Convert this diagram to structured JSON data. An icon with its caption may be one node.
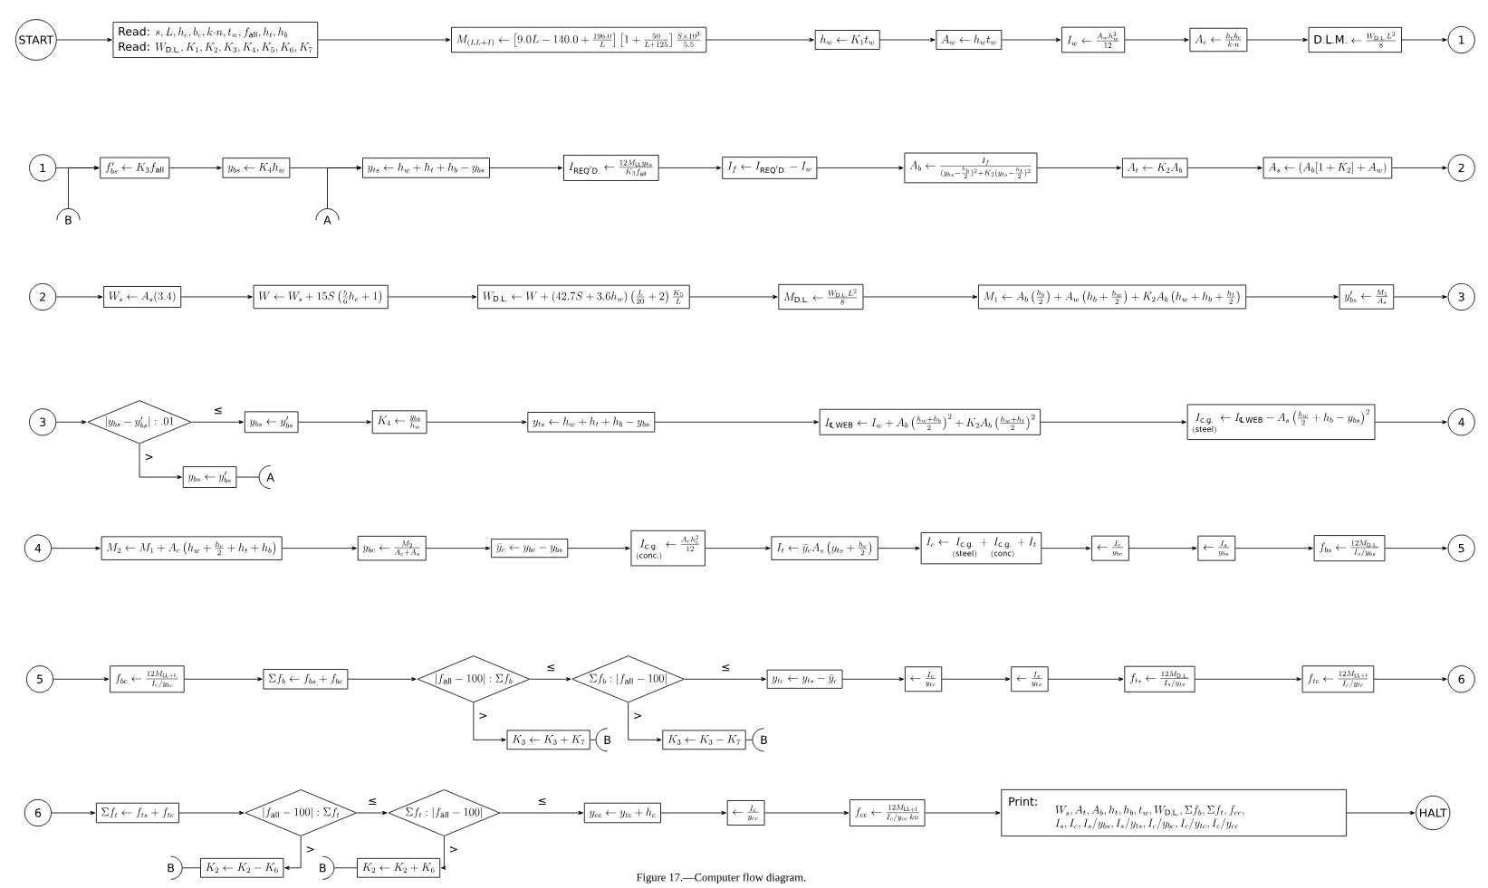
{
  "diagram": {
    "caption": "Figure 17.—Computer flow diagram.",
    "nodes": [
      {
        "text": [
          "START"
        ]
      },
      {
        "text": [
          "\\text{Read: } s, L, h_c, b_c, k{\\cdot}n, t_w, f_{\\mathrm{all}}, h_t, h_b",
          "\\text{Read: } W_{\\mathrm{D.L.}}, K_1, K_2, K_3, K_4, K_5, K_6, K_7"
        ]
      },
      {
        "text": [
          "M_{(LL+I)} \\leftarrow \\left[9.0L-140.0+\\frac{196.0}{L}\\right]\\left[1+\\frac{50}{L+125}\\right]\\frac{S\\times 10^3}{5.5}"
        ]
      },
      {
        "text": [
          "h_w \\leftarrow K_1 t_w"
        ]
      },
      {
        "text": [
          "A_w \\leftarrow h_w t_w"
        ]
      },
      {
        "text": [
          "I_w \\leftarrow \\frac{A_w h_w^2}{12}"
        ]
      },
      {
        "text": [
          "A_c \\leftarrow \\frac{h_c b_c}{k{\\cdot}n}"
        ]
      },
      {
        "text": [
          "\\mathrm{D.L.M.} \\leftarrow \\frac{W_{\\mathrm{D.L.}} L^2}{8}"
        ]
      },
      {
        "text": [
          "1"
        ]
      },
      {
        "text": [
          "1"
        ]
      },
      {
        "text": [
          "f'_{bs} \\leftarrow K_3 f_{\\mathrm{all}}"
        ]
      },
      {
        "text": [
          "y_{bs} \\leftarrow K_4 h_w"
        ]
      },
      {
        "text": [
          "y_{ts} \\leftarrow h_w + h_t + h_b - y_{bs}"
        ]
      },
      {
        "text": [
          "I_{\\mathrm{REQ'D.}} \\leftarrow \\frac{12 M_{\\mathrm{LL}} y_{bs}}{K_3 f_{\\mathrm{all}}}"
        ]
      },
      {
        "text": [
          "I_f \\leftarrow I_{\\mathrm{REQ'D.}} - I_w"
        ]
      },
      {
        "text": [
          "A_b \\leftarrow \\frac{I_f}{(y_{bs}-\\frac{h_b}{2})^2 + K_2(y_{ts}-\\frac{h_t}{2})^2}"
        ]
      },
      {
        "text": [
          "A_t \\leftarrow K_2 A_b"
        ]
      },
      {
        "text": [
          "A_s \\leftarrow (A_b[1+K_2] + A_w)"
        ]
      },
      {
        "text": [
          "2"
        ]
      },
      {
        "text": [
          "B"
        ]
      },
      {
        "text": [
          "A"
        ]
      },
      {
        "text": [
          "2"
        ]
      },
      {
        "text": [
          "W_s \\leftarrow A_s(3.4)"
        ]
      },
      {
        "text": [
          "W \\leftarrow W_s + 15S\\left(\\frac{5}{6}h_c + 1\\right)"
        ]
      },
      {
        "text": [
          "W_{\\mathrm{D.L.}} \\leftarrow W + (42.7S + 3.6h_w)\\left(\\frac{L}{20}+2\\right)\\frac{K_5}{L}"
        ]
      },
      {
        "text": [
          "M_{\\mathrm{D.L.}} \\leftarrow \\frac{W_{\\mathrm{D.L.}} L^2}{8}"
        ]
      },
      {
        "text": [
          "M_1 \\leftarrow A_b\\left(\\frac{h_b}{2}\\right) + A_w\\left(h_b + \\frac{h_w}{2}\\right) + K_2 A_b\\left(h_w + h_b + \\frac{h_t}{2}\\right)"
        ]
      },
      {
        "text": [
          "y'_{bs} \\leftarrow \\frac{M_1}{A_s}"
        ]
      },
      {
        "text": [
          "3"
        ]
      },
      {
        "text": [
          "3"
        ]
      },
      {
        "text": [
          "|y_{bs} - y'_{bs}| : .01"
        ]
      },
      {
        "text": [
          "y_{bs} \\leftarrow y'_{bs}"
        ]
      },
      {
        "text": [
          "K_4 \\leftarrow \\frac{y_{bs}}{h_w}"
        ]
      },
      {
        "text": [
          "y_{ts} \\leftarrow h_w + h_t + h_b - y_{bs}"
        ]
      },
      {
        "text": [
          "I_{\\text{℄}\\,\\mathrm{WEB}} \\leftarrow I_w + A_b\\left(\\frac{h_w+h_b}{2}\\right)^2 + K_2 A_b\\left(\\frac{h_w+h_t}{2}\\right)^2"
        ]
      },
      {
        "text": [
          "\\underset{(\\mathrm{steel})}{I_{\\mathrm{c.g.}}} \\leftarrow I_{\\text{℄}\\,\\mathrm{WEB}} - A_s\\left(\\frac{h_w}{2} + h_b - y_{bs}\\right)^2"
        ]
      },
      {
        "text": [
          "4"
        ]
      },
      {
        "text": [
          "y_{bs} \\leftarrow y'_{bs}"
        ]
      },
      {
        "text": [
          "A"
        ]
      },
      {
        "text": [
          "4"
        ]
      },
      {
        "text": [
          "M_2 \\leftarrow M_1 + A_c\\left(h_w + \\frac{h_c}{2} + h_t + h_b\\right)"
        ]
      },
      {
        "text": [
          "y_{bc} \\leftarrow \\frac{M_2}{A_c + A_s}"
        ]
      },
      {
        "text": [
          "\\bar{y}_c \\leftarrow y_{bc} - y_{bs}"
        ]
      },
      {
        "text": [
          "\\underset{(\\mathrm{conc.})}{I_{\\mathrm{c.g.}}} \\leftarrow \\frac{A_c h_c^2}{12}"
        ]
      },
      {
        "text": [
          "I_t \\leftarrow \\bar{y}_c A_s\\left(y_{ts} + \\frac{h_c}{2}\\right)"
        ]
      },
      {
        "text": [
          "I_c \\leftarrow \\underset{(\\mathrm{steel})}{I_{\\mathrm{c.g.}}} + \\underset{(\\mathrm{conc})}{I_{\\mathrm{c.g.}}} + I_t"
        ]
      },
      {
        "text": [
          "\\leftarrow \\frac{I_c}{y_{bc}}"
        ]
      },
      {
        "text": [
          "\\leftarrow \\frac{I_s}{y_{bs}}"
        ]
      },
      {
        "text": [
          "f_{bs} \\leftarrow \\frac{12 M_{\\mathrm{D.L.}}}{I_s/y_{bs}}"
        ]
      },
      {
        "text": [
          "5"
        ]
      },
      {
        "text": [
          "5"
        ]
      },
      {
        "text": [
          "f_{bc} \\leftarrow \\frac{12 M_{\\mathrm{LL+I.}}}{I_c/y_{bc}}"
        ]
      },
      {
        "text": [
          "\\Sigma f_b \\leftarrow f_{bs} + f_{bc}"
        ]
      },
      {
        "text": [
          "|f_{\\mathrm{all}} - 100| : \\Sigma f_b"
        ]
      },
      {
        "text": [
          "\\Sigma f_b : |f_{\\mathrm{all}} - 100|"
        ]
      },
      {
        "text": [
          "y_{tc} \\leftarrow y_{ts} - \\bar{y}_c"
        ]
      },
      {
        "text": [
          "\\leftarrow \\frac{I_c}{y_{tc}}"
        ]
      },
      {
        "text": [
          "\\leftarrow \\frac{I_s}{y_{ts}}"
        ]
      },
      {
        "text": [
          "f_{ts} \\leftarrow \\frac{12 M_{\\mathrm{D.L.}}}{I_s/y_{ts}}"
        ]
      },
      {
        "text": [
          "f_{tc} \\leftarrow \\frac{12 M_{\\mathrm{LL+I}}}{I_c/y_{tc}}"
        ]
      },
      {
        "text": [
          "6"
        ]
      },
      {
        "text": [
          "K_3 \\leftarrow K_3 + K_7"
        ]
      },
      {
        "text": [
          "B"
        ]
      },
      {
        "text": [
          "K_3 \\leftarrow K_3 - K_7"
        ]
      },
      {
        "text": [
          "B"
        ]
      },
      {
        "text": [
          "6"
        ]
      },
      {
        "text": [
          "\\Sigma f_t \\leftarrow f_{ts} + f_{tc}"
        ]
      },
      {
        "text": [
          "|f_{\\mathrm{all}} - 100| : \\Sigma f_t"
        ]
      },
      {
        "text": [
          "\\Sigma f_t : |f_{\\mathrm{all}} - 100|"
        ]
      },
      {
        "text": [
          "y_{cc} \\leftarrow y_{tc} + h_c"
        ]
      },
      {
        "text": [
          "\\leftarrow \\frac{I_c}{y_{cc}}"
        ]
      },
      {
        "text": [
          "f_{cc} \\leftarrow \\frac{12 M_{\\mathrm{LL+I}}}{I_c/y_{cc}\\,kn}"
        ]
      },
      {
        "text": [
          "Print:",
          "W_s, A_t, A_b, h_t, h_b, t_w, W_{\\mathrm{D.L.}}, \\Sigma f_b, \\Sigma f_t, f_{cc},\\allowbreak I_s, I_c, I_s/y_{bs}, I_s/y_{ts}, I_c/y_{bc}, I_c/y_{tc}, I_c/y_{cc}"
        ]
      },
      {
        "text": [
          "HALT"
        ]
      },
      {
        "text": [
          "K_2 \\leftarrow K_2 - K_6"
        ]
      },
      {
        "text": [
          "B"
        ]
      },
      {
        "text": [
          "K_2 \\leftarrow K_2 + K_6"
        ]
      },
      {
        "text": [
          "B"
        ]
      }
    ],
    "edges": [
      {
        "from": 0,
        "to": 1,
        "arrow": "to"
      },
      {
        "from": 1,
        "to": 2,
        "arrow": "to"
      },
      {
        "from": 2,
        "to": 3,
        "arrow": "to"
      },
      {
        "from": 3,
        "to": 4,
        "arrow": "to"
      },
      {
        "from": 4,
        "to": 5,
        "arrow": "to"
      },
      {
        "from": 5,
        "to": 6,
        "arrow": "to"
      },
      {
        "from": 6,
        "to": 7,
        "arrow": "to"
      },
      {
        "from": 7,
        "to": 8,
        "arrow": "to"
      },
      {
        "from": 9,
        "to": 10,
        "arrow": "to"
      },
      {
        "from": 19,
        "to": 10,
        "arrow": "to"
      },
      {
        "from": 10,
        "to": 11,
        "arrow": "to"
      },
      {
        "from": 11,
        "to": 12,
        "arrow": "to"
      },
      {
        "from": 20,
        "to": 12,
        "arrow": "to"
      },
      {
        "from": 12,
        "to": 13,
        "arrow": "to"
      },
      {
        "from": 13,
        "to": 14,
        "arrow": "to"
      },
      {
        "from": 14,
        "to": 15,
        "arrow": "to"
      },
      {
        "from": 15,
        "to": 16,
        "arrow": "to"
      },
      {
        "from": 16,
        "to": 17,
        "arrow": "to"
      },
      {
        "from": 17,
        "to": 18,
        "arrow": "to"
      },
      {
        "from": 21,
        "to": 22,
        "arrow": "to"
      },
      {
        "from": 22,
        "to": 23,
        "arrow": "to"
      },
      {
        "from": 23,
        "to": 24,
        "arrow": "to"
      },
      {
        "from": 24,
        "to": 25,
        "arrow": "to"
      },
      {
        "from": 25,
        "to": 26,
        "arrow": "to"
      },
      {
        "from": 26,
        "to": 27,
        "arrow": "to"
      },
      {
        "from": 27,
        "to": 28,
        "arrow": "to"
      },
      {
        "from": 29,
        "to": 30,
        "arrow": "to"
      },
      {
        "from": 30,
        "to": 31,
        "arrow": "to",
        "label": "≤"
      },
      {
        "from": 30,
        "to": 37,
        "arrow": "to",
        "label": ">"
      },
      {
        "from": 37,
        "to": 38,
        "arrow": "none"
      },
      {
        "from": 31,
        "to": 32,
        "arrow": "to"
      },
      {
        "from": 32,
        "to": 33,
        "arrow": "to"
      },
      {
        "from": 33,
        "to": 34,
        "arrow": "to"
      },
      {
        "from": 34,
        "to": 35,
        "arrow": "to"
      },
      {
        "from": 35,
        "to": 36,
        "arrow": "to"
      },
      {
        "from": 39,
        "to": 40,
        "arrow": "to"
      },
      {
        "from": 40,
        "to": 41,
        "arrow": "to"
      },
      {
        "from": 41,
        "to": 42,
        "arrow": "to"
      },
      {
        "from": 42,
        "to": 43,
        "arrow": "to"
      },
      {
        "from": 43,
        "to": 44,
        "arrow": "to"
      },
      {
        "from": 44,
        "to": 45,
        "arrow": "to"
      },
      {
        "from": 45,
        "to": 46,
        "arrow": "to"
      },
      {
        "from": 46,
        "to": 47,
        "arrow": "to"
      },
      {
        "from": 47,
        "to": 48,
        "arrow": "to"
      },
      {
        "from": 48,
        "to": 49,
        "arrow": "to"
      },
      {
        "from": 50,
        "to": 51,
        "arrow": "to"
      },
      {
        "from": 51,
        "to": 52,
        "arrow": "to"
      },
      {
        "from": 52,
        "to": 53,
        "arrow": "to"
      },
      {
        "from": 53,
        "to": 54,
        "arrow": "to",
        "label": "≤"
      },
      {
        "from": 53,
        "to": 61,
        "arrow": "to",
        "label": ">"
      },
      {
        "from": 61,
        "to": 62,
        "arrow": "none"
      },
      {
        "from": 54,
        "to": 55,
        "arrow": "to",
        "label": "≤"
      },
      {
        "from": 54,
        "to": 63,
        "arrow": "to",
        "label": ">"
      },
      {
        "from": 63,
        "to": 64,
        "arrow": "none"
      },
      {
        "from": 55,
        "to": 56,
        "arrow": "to"
      },
      {
        "from": 56,
        "to": 57,
        "arrow": "to"
      },
      {
        "from": 57,
        "to": 58,
        "arrow": "to"
      },
      {
        "from": 58,
        "to": 59,
        "arrow": "to"
      },
      {
        "from": 59,
        "to": 60,
        "arrow": "to"
      },
      {
        "from": 65,
        "to": 66,
        "arrow": "to"
      },
      {
        "from": 66,
        "to": 67,
        "arrow": "to"
      },
      {
        "from": 67,
        "to": 68,
        "arrow": "to",
        "label": "≤"
      },
      {
        "from": 67,
        "to": 74,
        "arrow": "to",
        "label": ">"
      },
      {
        "from": 74,
        "to": 75,
        "arrow": "none"
      },
      {
        "from": 68,
        "to": 69,
        "arrow": "to",
        "label": "≤"
      },
      {
        "from": 68,
        "to": 76,
        "arrow": "to",
        "label": ">"
      },
      {
        "from": 76,
        "to": 77,
        "arrow": "none"
      },
      {
        "from": 69,
        "to": 70,
        "arrow": "to"
      },
      {
        "from": 70,
        "to": 71,
        "arrow": "to"
      },
      {
        "from": 71,
        "to": 72,
        "arrow": "to"
      },
      {
        "from": 72,
        "to": 73,
        "arrow": "to"
      }
    ]
  }
}
